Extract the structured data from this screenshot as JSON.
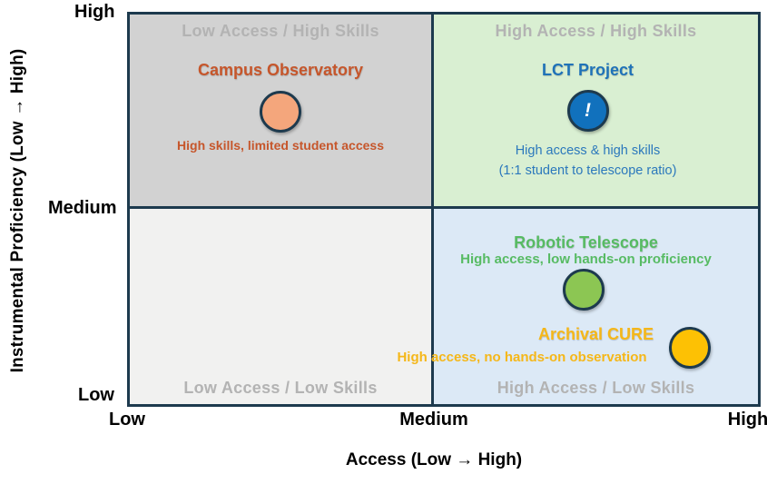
{
  "chart_data": {
    "type": "scatter",
    "variant": "2x2-quadrant-matrix",
    "title": "",
    "xlabel": "Access (Low → High)",
    "ylabel": "Instrumental Proficiency (Low → High)",
    "x_ticks": [
      "Low",
      "Medium",
      "High"
    ],
    "y_ticks": [
      "High",
      "Medium",
      "Low"
    ],
    "grid": false,
    "legend": "none",
    "border_color": "#1d3a4e",
    "quadrants": [
      {
        "id": "top_left",
        "label": "Low Access / High Skills",
        "bg": "#d2d2d2"
      },
      {
        "id": "top_right",
        "label": "High Access / High Skills",
        "bg": "#d9efd2"
      },
      {
        "id": "bottom_left",
        "label": "Low Access / Low Skills",
        "bg": "#f1f1f0"
      },
      {
        "id": "bottom_right",
        "label": "High Access / Low Skills",
        "bg": "#dce9f6"
      }
    ],
    "points": [
      {
        "name": "Campus Observatory",
        "x": "Low-Medium",
        "y": "High",
        "x_frac": 0.24,
        "y_frac": 0.75,
        "marker_color": "#f4a67c",
        "label_color": "#c6562b",
        "note": "High skills, limited student access"
      },
      {
        "name": "LCT Project",
        "x": "Medium-High",
        "y": "High",
        "x_frac": 0.73,
        "y_frac": 0.75,
        "marker_color": "#1171bd",
        "label_color": "#1f72b8",
        "marker_glyph": "!",
        "note_line1": "High access & high skills",
        "note_line2": "(1:1 student to telescope ratio)"
      },
      {
        "name": "Robotic Telescope",
        "x": "Medium-High",
        "y": "Medium-Low",
        "x_frac": 0.72,
        "y_frac": 0.29,
        "marker_color": "#8cc653",
        "label_color": "#57bb63",
        "note": "High access, low hands-on proficiency"
      },
      {
        "name": "Archival CURE",
        "x": "High",
        "y": "Low",
        "x_frac": 0.89,
        "y_frac": 0.14,
        "marker_color": "#fdc104",
        "label_color": "#f5b719",
        "note": "High access, no hands-on observation"
      }
    ]
  }
}
